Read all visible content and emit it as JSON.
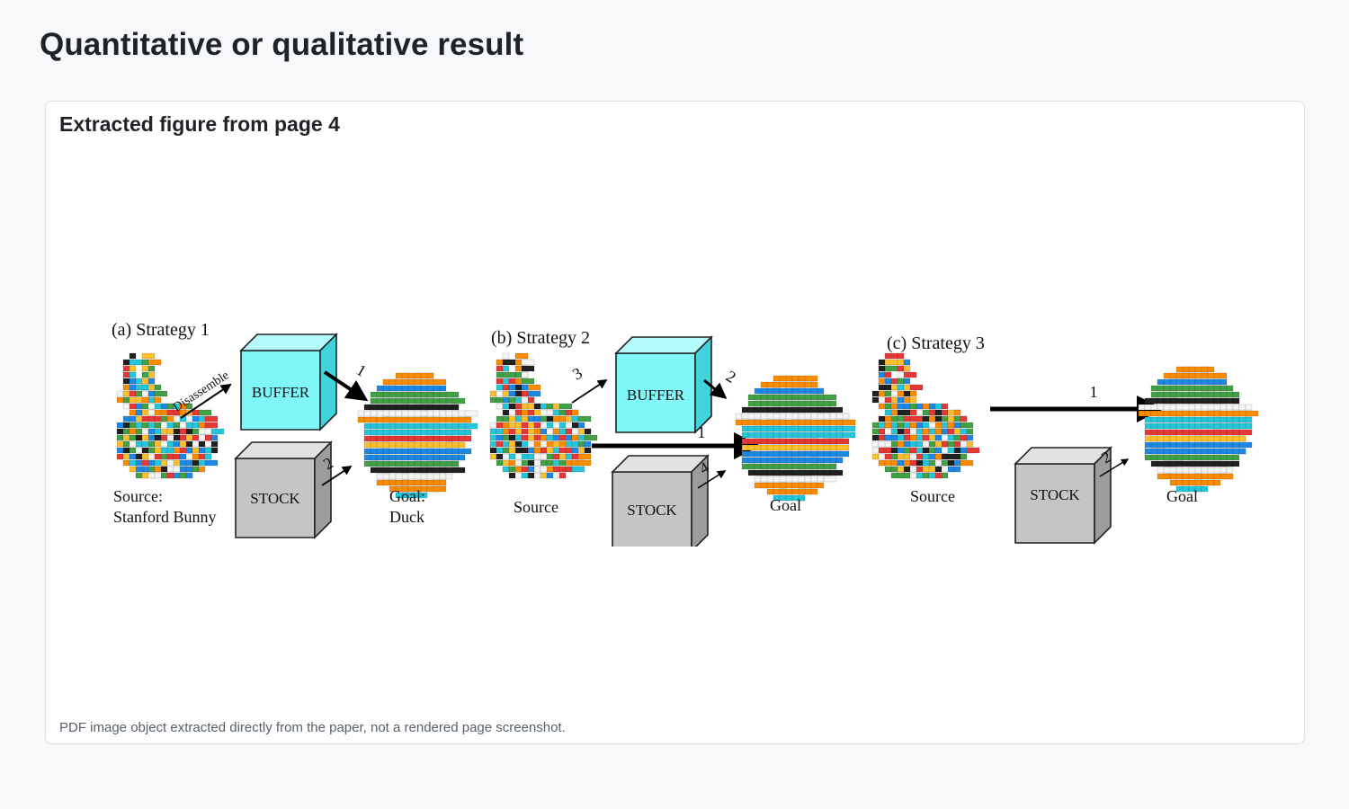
{
  "page": {
    "title": "Quantitative or qualitative result"
  },
  "card": {
    "title": "Extracted figure from page 4",
    "caption": "PDF image object extracted directly from the paper, not a rendered page screenshot."
  },
  "figure": {
    "panels": [
      {
        "label": "(a) Strategy 1",
        "source_label_1": "Source:",
        "source_label_2": "Stanford Bunny",
        "goal_label_1": "Goal:",
        "goal_label_2": "Duck",
        "buffer": "BUFFER",
        "stock": "STOCK",
        "disassemble": "Disassemble",
        "step_buffer_goal": "1",
        "step_stock_goal": "2"
      },
      {
        "label": "(b) Strategy 2",
        "source_label": "Source",
        "goal_label": "Goal",
        "buffer": "BUFFER",
        "stock": "STOCK",
        "step_source_buffer": "3",
        "step_buffer_goal": "2",
        "step_source_goal": "1",
        "step_stock_goal": "4"
      },
      {
        "label": "(c) Strategy 3",
        "source_label": "Source",
        "goal_label": "Goal",
        "stock": "STOCK",
        "step_source_goal": "1",
        "step_stock_goal": "2"
      }
    ],
    "colors": {
      "buffer_front": "#7ff6f8",
      "buffer_top": "#b5fbfc",
      "buffer_side": "#3fd4db",
      "stock_front": "#c5c5c5",
      "stock_top": "#e2e2e2",
      "stock_side": "#9c9c9c",
      "lego": [
        "#e53935",
        "#fbc02d",
        "#1e88e5",
        "#43a047",
        "#212121",
        "#f5f5f5",
        "#fb8c00",
        "#26c6da"
      ]
    }
  }
}
